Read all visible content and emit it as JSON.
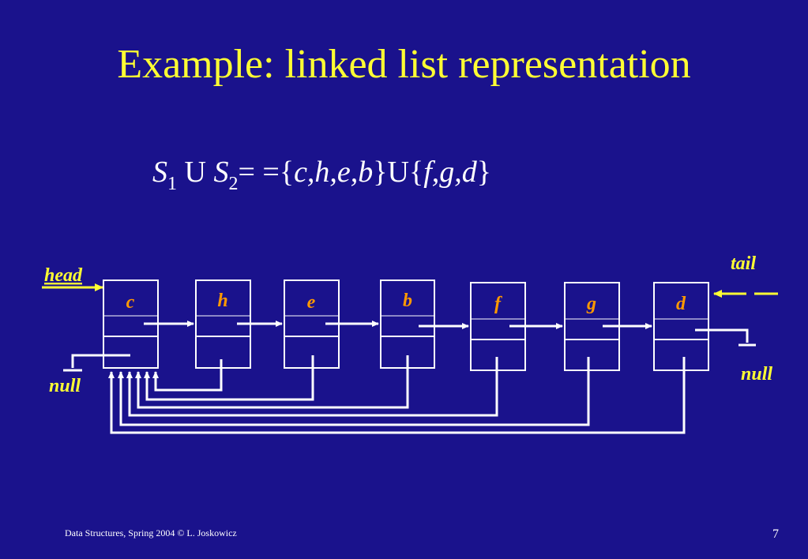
{
  "slide": {
    "title": "Example: linked list representation",
    "footer": "Data Structures,  Spring 2004 © L. Joskowicz",
    "page_number": "7"
  },
  "formula": {
    "s1": "S",
    "s1_sub": "1",
    "union1": " U ",
    "s2": "S",
    "s2_sub": "2",
    "eq": "= ={",
    "set1": "c,h,e,b",
    "mid": "}U{",
    "set2": "f,g,d",
    "close": "}"
  },
  "diagram": {
    "head_label": "head",
    "tail_label": "tail",
    "null_left": "null",
    "null_right": "null",
    "nodes": [
      "c",
      "h",
      "e",
      "b",
      "f",
      "g",
      "d"
    ]
  },
  "colors": {
    "background": "#1a128c",
    "title": "#ffff33",
    "node_label": "#ff9900",
    "pointer_label": "#ffff33",
    "lines": "#ffffff"
  }
}
